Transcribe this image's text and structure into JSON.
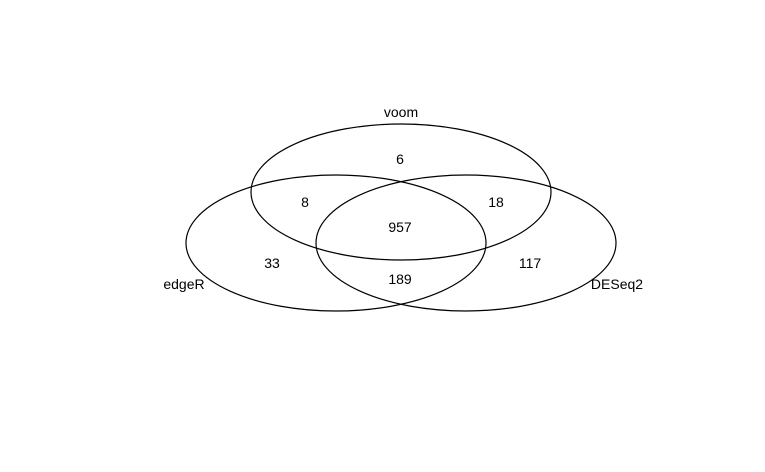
{
  "diagram": {
    "sets": [
      {
        "id": "voom",
        "label": "voom"
      },
      {
        "id": "edgeR",
        "label": "edgeR"
      },
      {
        "id": "DESeq2",
        "label": "DESeq2"
      }
    ],
    "regions": {
      "voom_only": "6",
      "voom_edgeR": "8",
      "voom_DESeq2": "18",
      "all_three": "957",
      "edgeR_only": "33",
      "edgeR_DESeq2": "189",
      "DESeq2_only": "117"
    },
    "colors": {
      "outline": "#000000",
      "background": "#ffffff",
      "text": "#000000"
    }
  }
}
